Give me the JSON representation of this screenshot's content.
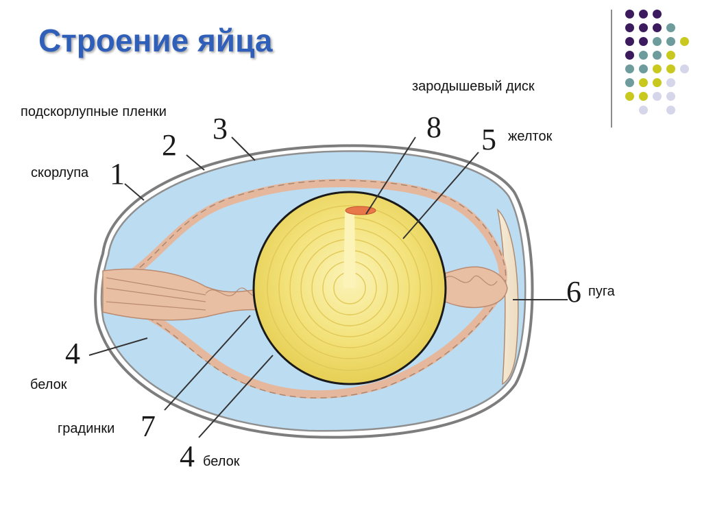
{
  "title": "Строение яйца",
  "labels": {
    "subshell": "подскорлупные пленки",
    "shell": "скорлупа",
    "germinal": "зародышевый диск",
    "yolk": "желток",
    "airsac": "пуга",
    "albumen_left": "белок",
    "chalazae": "градинки",
    "albumen_bottom": "белок"
  },
  "numbers": {
    "n1": "1",
    "n2": "2",
    "n3": "3",
    "n4a": "4",
    "n4b": "4",
    "n5": "5",
    "n6": "6",
    "n7": "7",
    "n8": "8"
  },
  "colors": {
    "title": "#2f5fb8",
    "albumen": "#bcdcf2",
    "shell": "#8a8a8a",
    "chalaza": "#e8bfa3",
    "yolk": "#f3e27a",
    "germinal_disc": "#e8784a",
    "dot_purple": "#3b1a5e",
    "dot_teal": "#6e9b9b",
    "dot_olive": "#c8c81e",
    "dot_lavender": "#d6d6ea"
  }
}
